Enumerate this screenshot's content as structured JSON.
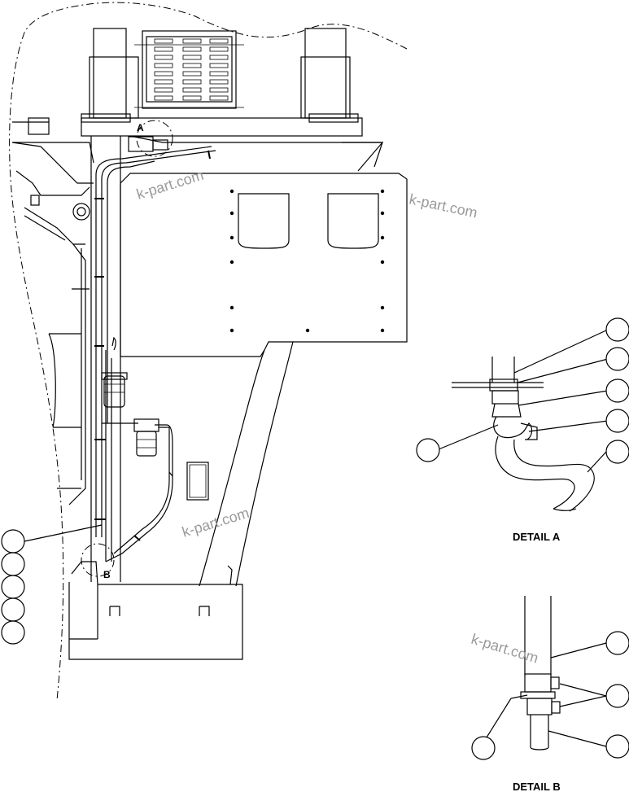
{
  "detail_labels": {
    "detail_a": "DETAIL A",
    "detail_b": "DETAIL B"
  },
  "reference_marks": {
    "a": "A",
    "b": "B"
  },
  "watermarks": [
    "k-part.com",
    "k-part.com",
    "k-part.com",
    "k-part.com"
  ]
}
